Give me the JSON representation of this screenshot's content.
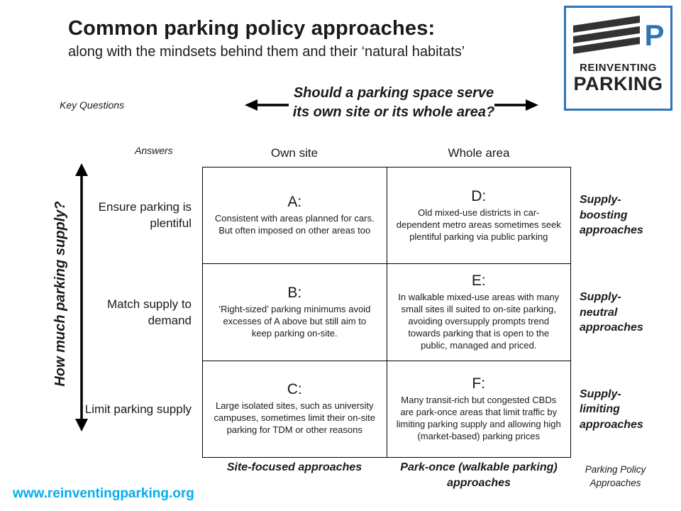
{
  "header": {
    "title": "Common parking policy approaches:",
    "subtitle": "along with the mindsets behind them and their ‘natural habitats’"
  },
  "logo": {
    "p_letter": "P",
    "line1": "REINVENTING",
    "line2": "PARKING"
  },
  "labels": {
    "key_questions": "Key Questions",
    "answers": "Answers"
  },
  "horizontal_axis": {
    "question_line1": "Should a parking space serve",
    "question_line2": "its own site or its whole area?",
    "columns": [
      "Own site",
      "Whole area"
    ]
  },
  "vertical_axis": {
    "label": "How much parking supply?",
    "rows": [
      "Ensure parking is plentiful",
      "Match supply to demand",
      "Limit parking supply"
    ]
  },
  "cells": [
    {
      "label": "A:",
      "text": "Consistent with areas planned for cars. But often imposed on other areas too"
    },
    {
      "label": "D:",
      "text": "Old mixed-use districts in car-dependent metro areas sometimes seek plentiful parking via public parking"
    },
    {
      "label": "B:",
      "text": "’Right-sized’ parking minimums avoid excesses of A above but still aim to keep parking on-site."
    },
    {
      "label": "E:",
      "text": "In walkable mixed-use areas with many small sites ill suited to on-site parking, avoiding oversupply prompts trend towards parking that is open to the public, managed and priced."
    },
    {
      "label": "C:",
      "text": "Large isolated sites, such as university campuses, sometimes limit their on-site parking for TDM or other reasons"
    },
    {
      "label": "F:",
      "text": "Many transit-rich but congested CBDs are park-once areas that limit traffic by limiting parking supply and allowing high (market-based) parking prices"
    }
  ],
  "right_labels": [
    "Supply-boosting approaches",
    "Supply-neutral approaches",
    "Supply-limiting approaches"
  ],
  "bottom_labels": {
    "col1": "Site-focused approaches",
    "col2": "Park-once (walkable parking) approaches",
    "corner": "Parking Policy Approaches"
  },
  "footer": {
    "url": "www.reinventingparking.org"
  },
  "colors": {
    "accent_blue": "#00aeef",
    "logo_border_blue": "#2e75b6",
    "logo_dark": "#333333",
    "grid_line": "#000000"
  }
}
